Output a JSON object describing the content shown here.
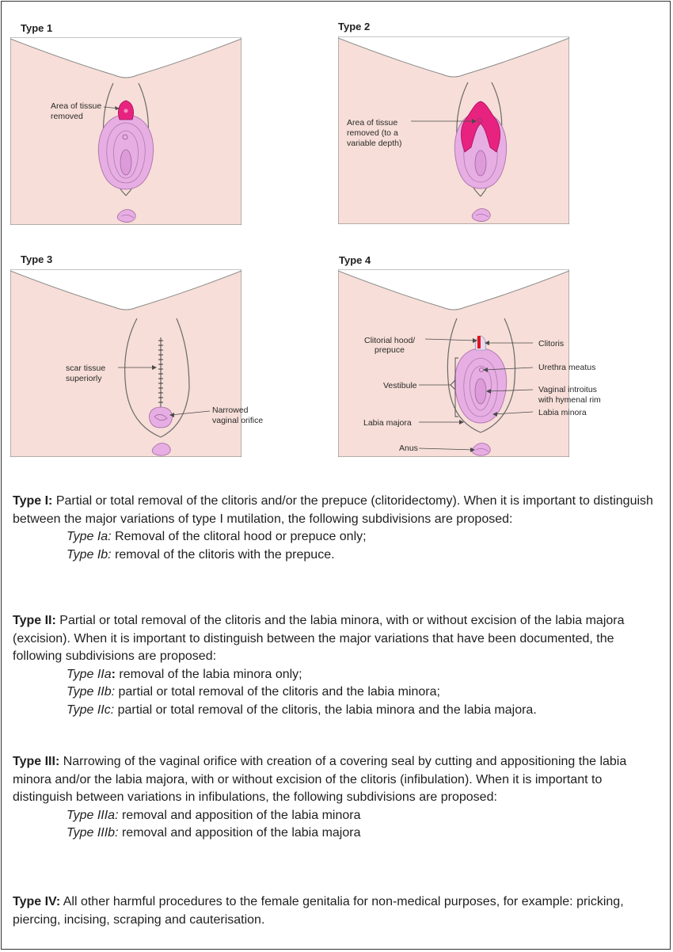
{
  "panels": [
    {
      "title": "Type 1",
      "labels": [
        "Area of tissue",
        "removed"
      ]
    },
    {
      "title": "Type 2",
      "labels": [
        "Area of tissue",
        "removed (to a",
        "variable depth)"
      ]
    },
    {
      "title": "Type 3",
      "labels": [
        "scar tissue",
        "superiorly",
        "Narrowed",
        "vaginal orifice"
      ]
    },
    {
      "title": "Type 4",
      "labels": [
        "Clitorial hood/",
        "prepuce",
        "Clitoris",
        "Urethra meatus",
        "Vestibule",
        "Vaginal introitus",
        "with hymenal rim",
        "Labia minora",
        "Labia majora",
        "Anus"
      ]
    }
  ],
  "colors": {
    "skin": "#f7ded8",
    "tissue": "#e7aee4",
    "removed": "#e8237f",
    "cut": "#e0151f",
    "line": "#4a4a4a"
  },
  "sections": [
    {
      "heading": "Type I:",
      "text": " Partial or total removal of the clitoris and/or the prepuce (clitoridectomy). When it is important to distinguish between the major variations of type I mutilation, the following subdivisions are proposed:",
      "subs": [
        {
          "label": "Type Ia:",
          "text": " Removal of the clitoral hood or prepuce only;"
        },
        {
          "label": "Type Ib:",
          "text": " removal of the clitoris with the prepuce."
        }
      ]
    },
    {
      "heading": "Type II:",
      "text": " Partial or total removal of the clitoris and the labia minora, with or without excision of the labia majora (excision). When it is important to distinguish between the major variations that have been documented, the following subdivisions are proposed:",
      "subs": [
        {
          "label": "Type IIa",
          "bold_tail": ":",
          "text": " removal of the labia minora only;"
        },
        {
          "label": "Type IIb:",
          "text": " partial or total removal of the clitoris and the labia minora;"
        },
        {
          "label": "Type IIc:",
          "text": " partial or total removal of the clitoris, the labia minora and the labia majora."
        }
      ]
    },
    {
      "heading": "Type III:",
      "text": " Narrowing of the vaginal orifice with creation of a covering seal by cutting and appositioning the labia minora and/or the labia majora, with or without excision of the clitoris (infibulation). When it is important to distinguish between variations in infibulations, the following subdivisions are proposed:",
      "subs": [
        {
          "label": "Type IIIa:",
          "text": " removal and apposition of the labia minora"
        },
        {
          "label": "Type IIIb:",
          "text": " removal and apposition of the labia majora"
        }
      ]
    },
    {
      "heading": "Type IV:",
      "text": " All other harmful procedures to the female genitalia for non-medical purposes, for example: pricking, piercing, incising, scraping and cauterisation.",
      "subs": []
    }
  ]
}
